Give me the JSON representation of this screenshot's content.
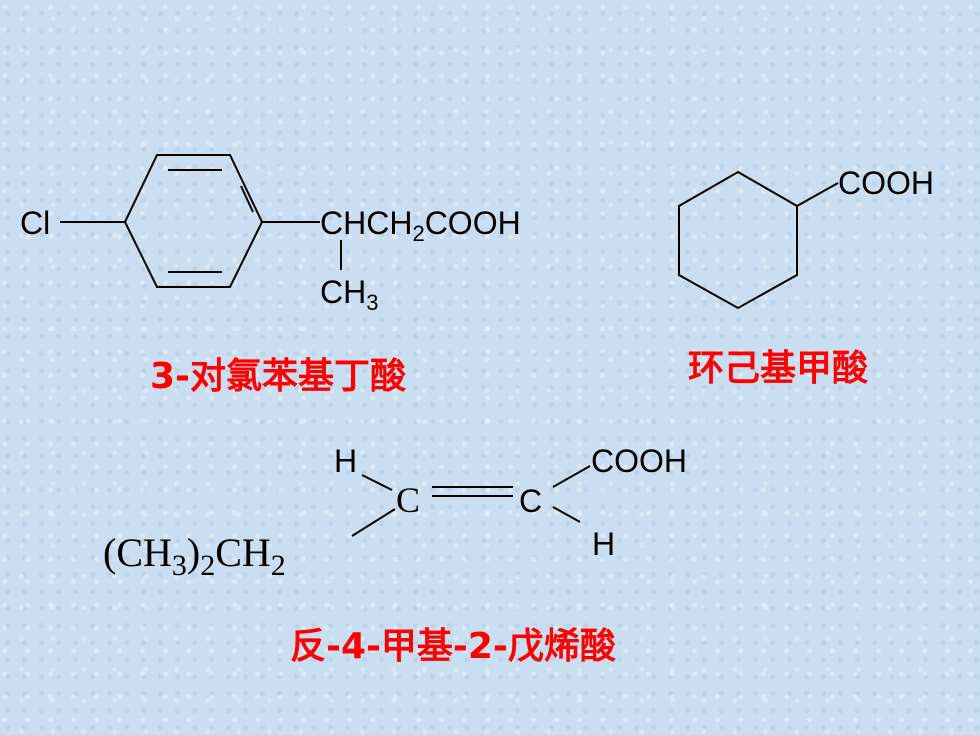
{
  "molecule_1": {
    "cl": "Cl",
    "chain_ch": "CHCH",
    "chain_sub2": "2",
    "chain_cooh": "COOH",
    "methyl_ch": "CH",
    "methyl_sub3": "3",
    "name": "3-对氯苯基丁酸"
  },
  "molecule_2": {
    "cooh": "COOH",
    "name": "环己基甲酸"
  },
  "molecule_3": {
    "h_top": "H",
    "c_left": "C",
    "c_right": "C",
    "cooh": "COOH",
    "h_bottom": "H",
    "sub_open": "(CH",
    "sub_3": "3",
    "sub_close": ")",
    "sub_2a": "2",
    "sub_ch": "CH",
    "sub_2b": "2",
    "name": "反-4-甲基-2-戊烯酸"
  },
  "colors": {
    "background": "#c9def0",
    "name_text": "#ff0000",
    "structure": "#000000"
  }
}
